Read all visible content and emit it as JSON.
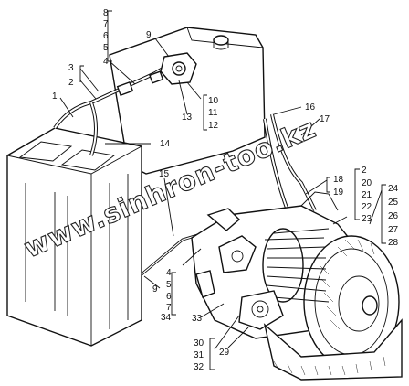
{
  "watermark": "www.sinhron-too.kz",
  "callouts": [
    {
      "id": "8",
      "text": "8"
    },
    {
      "id": "7",
      "text": "7"
    },
    {
      "id": "6",
      "text": "6"
    },
    {
      "id": "5a",
      "text": "5"
    },
    {
      "id": "4a",
      "text": "4"
    },
    {
      "id": "9a",
      "text": "9"
    },
    {
      "id": "3",
      "text": "3"
    },
    {
      "id": "2a",
      "text": "2"
    },
    {
      "id": "1",
      "text": "1"
    },
    {
      "id": "10",
      "text": "10"
    },
    {
      "id": "11",
      "text": "11"
    },
    {
      "id": "12",
      "text": "12"
    },
    {
      "id": "13",
      "text": "13"
    },
    {
      "id": "14",
      "text": "14"
    },
    {
      "id": "16",
      "text": "16"
    },
    {
      "id": "17",
      "text": "17"
    },
    {
      "id": "15",
      "text": "15"
    },
    {
      "id": "18",
      "text": "18"
    },
    {
      "id": "19",
      "text": "19"
    },
    {
      "id": "2b",
      "text": "2"
    },
    {
      "id": "20",
      "text": "20"
    },
    {
      "id": "21",
      "text": "21"
    },
    {
      "id": "22",
      "text": "22"
    },
    {
      "id": "23",
      "text": "23"
    },
    {
      "id": "24",
      "text": "24"
    },
    {
      "id": "25",
      "text": "25"
    },
    {
      "id": "26",
      "text": "26"
    },
    {
      "id": "27",
      "text": "27"
    },
    {
      "id": "28",
      "text": "28"
    },
    {
      "id": "4b",
      "text": "4"
    },
    {
      "id": "5b",
      "text": "5"
    },
    {
      "id": "6b",
      "text": "6"
    },
    {
      "id": "7b",
      "text": "7"
    },
    {
      "id": "34",
      "text": "34"
    },
    {
      "id": "9b",
      "text": "9"
    },
    {
      "id": "33",
      "text": "33"
    },
    {
      "id": "30",
      "text": "30"
    },
    {
      "id": "31",
      "text": "31"
    },
    {
      "id": "32",
      "text": "32"
    },
    {
      "id": "29",
      "text": "29"
    }
  ]
}
